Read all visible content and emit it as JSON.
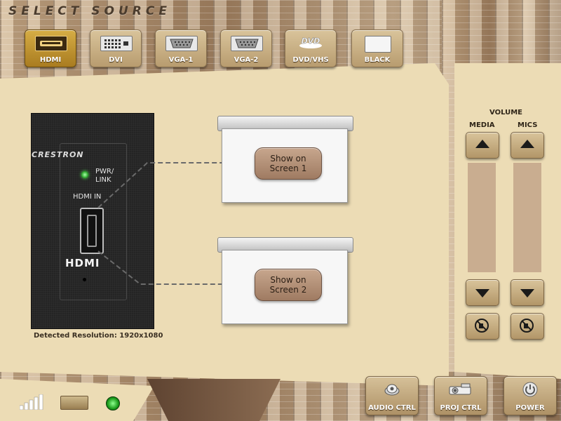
{
  "header": {
    "title": "SELECT SOURCE"
  },
  "sources": [
    {
      "label": "HDMI",
      "icon": "hdmi-port-icon",
      "active": true
    },
    {
      "label": "DVI",
      "icon": "dvi-port-icon",
      "active": false
    },
    {
      "label": "VGA-1",
      "icon": "vga-port-icon",
      "active": false
    },
    {
      "label": "VGA-2",
      "icon": "vga-port-icon",
      "active": false
    },
    {
      "label": "DVD/VHS",
      "icon": "dvd-icon",
      "active": false
    },
    {
      "label": "BLACK",
      "icon": "blank-screen-icon",
      "active": false
    }
  ],
  "wallplate": {
    "brand": "CRESTRON",
    "pwr_label": "PWR/ LINK",
    "input_label": "HDMI IN",
    "logo": "HDMI",
    "resolution_label": "Detected Resolution: 1920x1080"
  },
  "screens": [
    {
      "button_label": "Show on Screen 1"
    },
    {
      "button_label": "Show on Screen 2"
    }
  ],
  "volume": {
    "title": "VOLUME",
    "channels": [
      {
        "label": "MEDIA"
      },
      {
        "label": "MICS"
      }
    ]
  },
  "controls": [
    {
      "label": "AUDIO CTRL",
      "icon": "audio-control-icon"
    },
    {
      "label": "PROJ CTRL",
      "icon": "projector-icon"
    },
    {
      "label": "POWER",
      "icon": "power-icon"
    }
  ],
  "colors": {
    "active_source": "#c89a30",
    "panel": "#ecdcb5",
    "status_led": "#22aa22"
  }
}
